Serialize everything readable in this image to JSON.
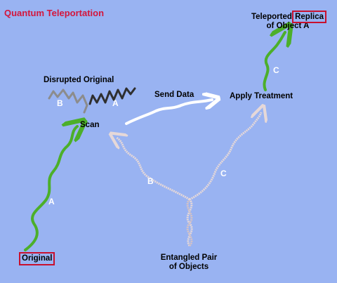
{
  "title": "Quantum Teleportation",
  "labels": {
    "original": "Original",
    "disrupted_original": "Disrupted Original",
    "scan": "Scan",
    "send_data": "Send Data",
    "apply_treatment": "Apply Treatment",
    "replica_line1_prefix": "Teleported ",
    "replica_word": "Replica",
    "replica_line2": "of Object A",
    "entangled_line1": "Entangled Pair",
    "entangled_line2": "of Objects"
  },
  "path_letters": {
    "a_original": "A",
    "a_disrupted": "A",
    "b_disrupted": "B",
    "b_entangled": "B",
    "c_entangled": "C",
    "c_replica": "C"
  },
  "colors": {
    "background": "#99b3f2",
    "title": "#d3163c",
    "highlight_box": "#c8102e",
    "object_a_path": "#4caf2a",
    "object_b_path": "#8c8c8c",
    "disrupted_a_path": "#333333",
    "data_arrow": "#ffffff",
    "entangled_path": "#e6d8d8"
  }
}
